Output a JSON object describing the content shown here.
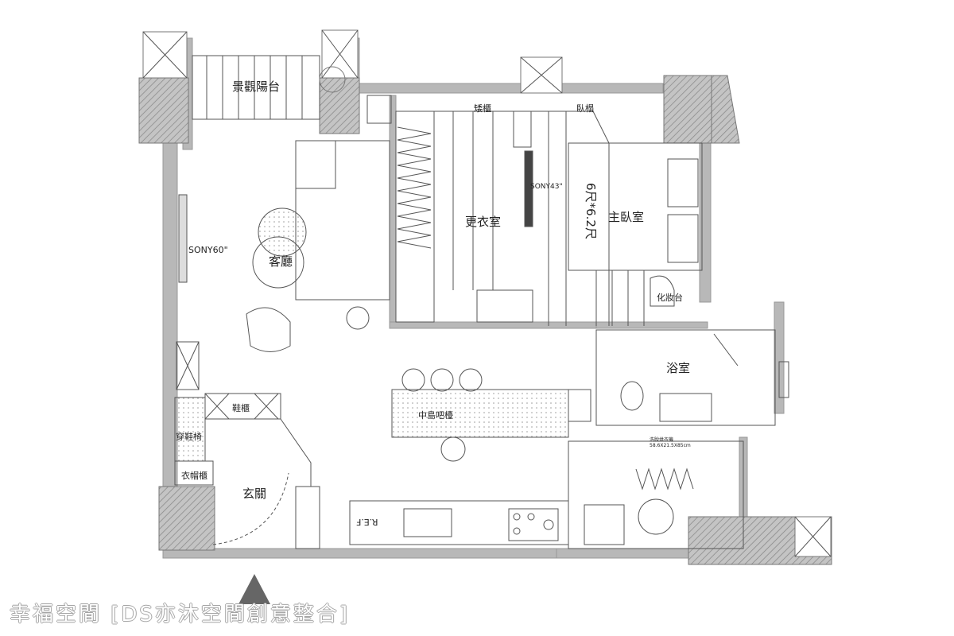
{
  "rooms": {
    "balcony": "景觀陽台",
    "low_cabinet": "矮櫃",
    "daybed": "臥榻",
    "closet": "更衣室",
    "tv_bedroom": "SONY43\"",
    "bed_size": "6尺*6.2尺",
    "master_bedroom": "主臥室",
    "vanity": "化妝台",
    "bathroom": "浴室",
    "tv_living": "SONY60\"",
    "living_room": "客廳",
    "island_bar": "中島吧檯",
    "shoe_cabinet": "鞋櫃",
    "shoe_bench": "穿鞋椅",
    "coat_cabinet": "衣帽櫃",
    "entrance": "玄關",
    "fridge": "R.E.F",
    "washer_label": "洗脫烘衣機",
    "washer_size": "58.6X21.5X85cm"
  },
  "watermark": "幸福空間 [DS亦沐空間創意整合]",
  "colors": {
    "wall": "#b8b8b8",
    "line": "#555555",
    "north_arrow": "#666666"
  }
}
